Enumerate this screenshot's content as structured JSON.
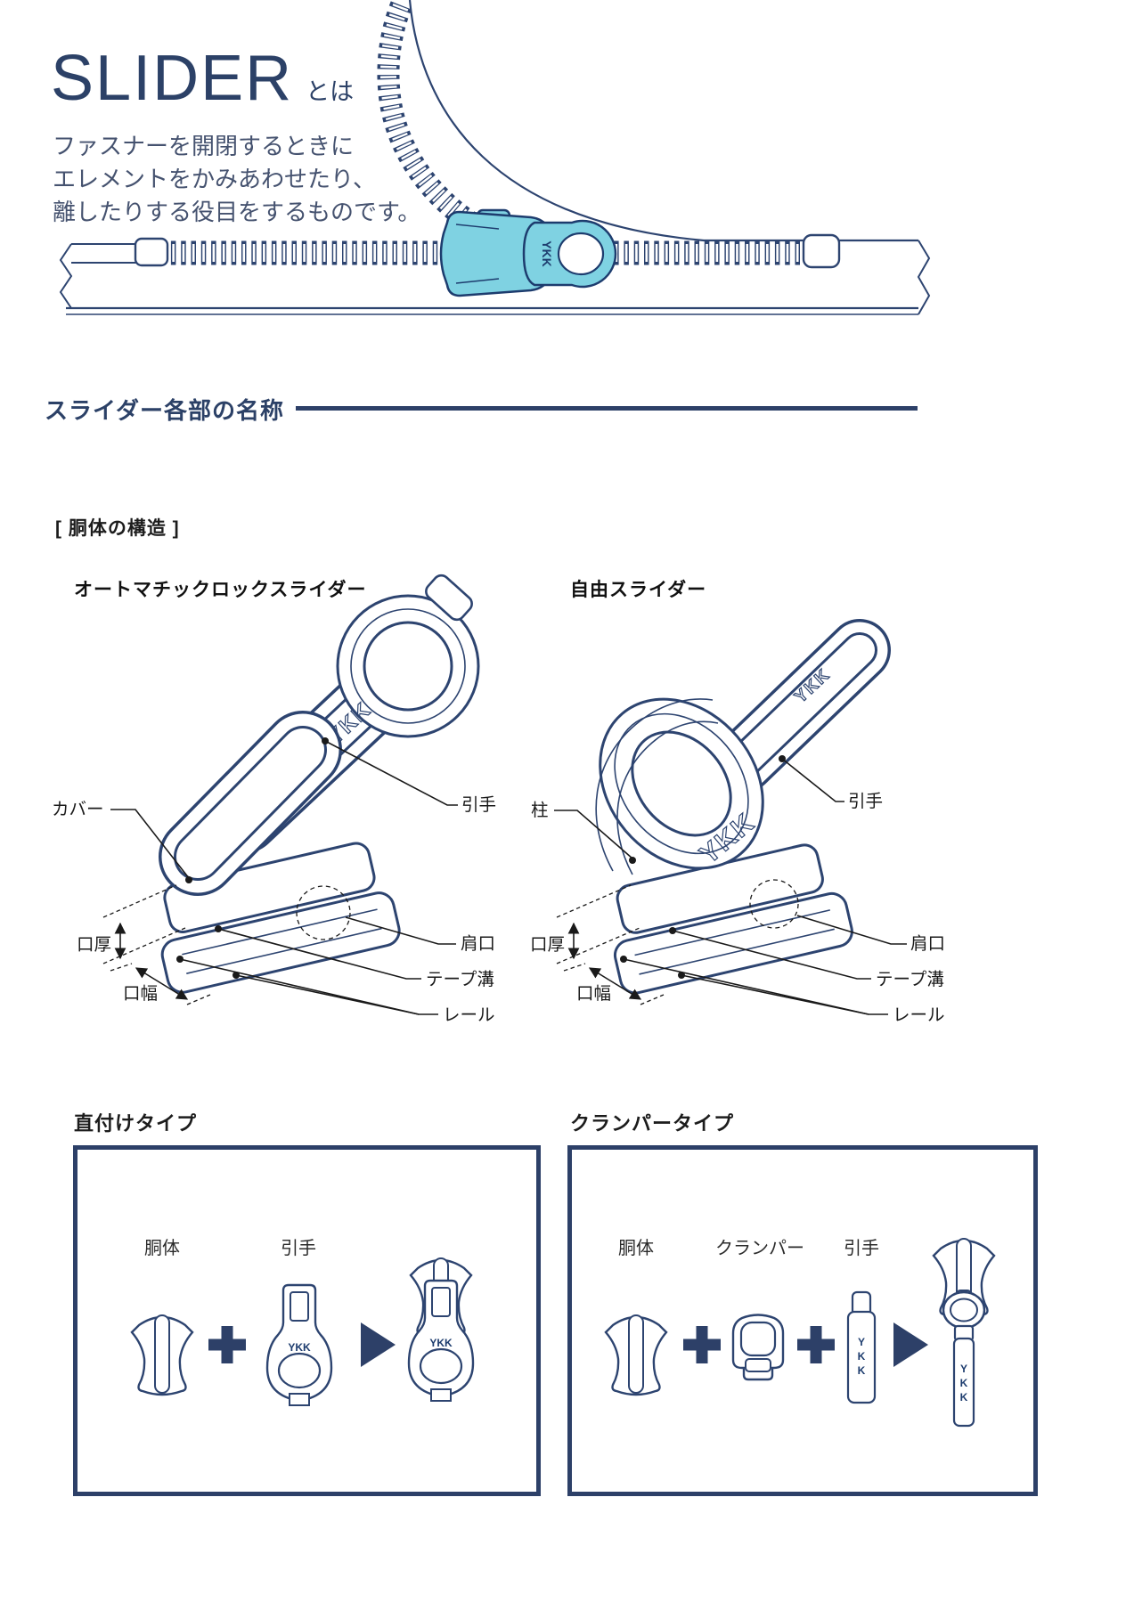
{
  "hero": {
    "title": "SLIDER",
    "title_suffix": "とは",
    "description_lines": [
      "ファスナーを開閉するときに",
      "エレメントをかみあわせたり、",
      "離したりする役目をするものです。"
    ],
    "slider_logo": "YKK"
  },
  "section": {
    "heading": "スライダー各部の名称",
    "subheading": "[ 胴体の構造 ]"
  },
  "diagrams": {
    "left": {
      "title": "オートマチックロックスライダー",
      "logo": "YKK",
      "labels": {
        "cover": "カバー",
        "pull": "引手",
        "mouth_thickness": "口厚",
        "mouth_width": "口幅",
        "shoulder": "肩口",
        "tape_groove": "テープ溝",
        "rail": "レール"
      }
    },
    "right": {
      "title": "自由スライダー",
      "logo": "YKK",
      "labels": {
        "pillar": "柱",
        "pull": "引手",
        "mouth_thickness": "口厚",
        "mouth_width": "口幅",
        "shoulder": "肩口",
        "tape_groove": "テープ溝",
        "rail": "レール"
      }
    }
  },
  "assembly": {
    "direct": {
      "title": "直付けタイプ",
      "body_label": "胴体",
      "pull_label": "引手",
      "logo": "YKK"
    },
    "crimper": {
      "title": "クランパータイプ",
      "body_label": "胴体",
      "clamper_label": "クランパー",
      "pull_label": "引手",
      "logo": "YKK",
      "logo_letters": [
        "Y",
        "K",
        "K"
      ]
    }
  },
  "colors": {
    "navy_text": "#2c4167",
    "line_navy": "#2d4470",
    "slider_teal": "#7fd2e2",
    "label_black": "#1a1a1a"
  }
}
